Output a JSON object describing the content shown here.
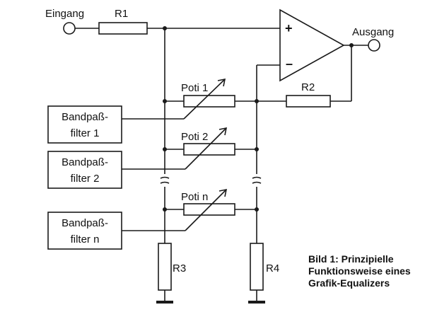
{
  "labels": {
    "input": "Eingang",
    "output": "Ausgang",
    "r1": "R1",
    "r2": "R2",
    "r3": "R3",
    "r4": "R4",
    "poti1": "Poti 1",
    "poti2": "Poti 2",
    "potin": "Poti n",
    "plus": "+",
    "minus": "–"
  },
  "filters": [
    {
      "line1": "Bandpaß-",
      "line2": "filter 1"
    },
    {
      "line1": "Bandpaß-",
      "line2": "filter 2"
    },
    {
      "line1": "Bandpaß-",
      "line2": "filter n"
    }
  ],
  "caption": {
    "line1": "Bild 1: Prinzipielle",
    "line2": "Funktionsweise eines",
    "line3": "Grafik-Equalizers"
  }
}
